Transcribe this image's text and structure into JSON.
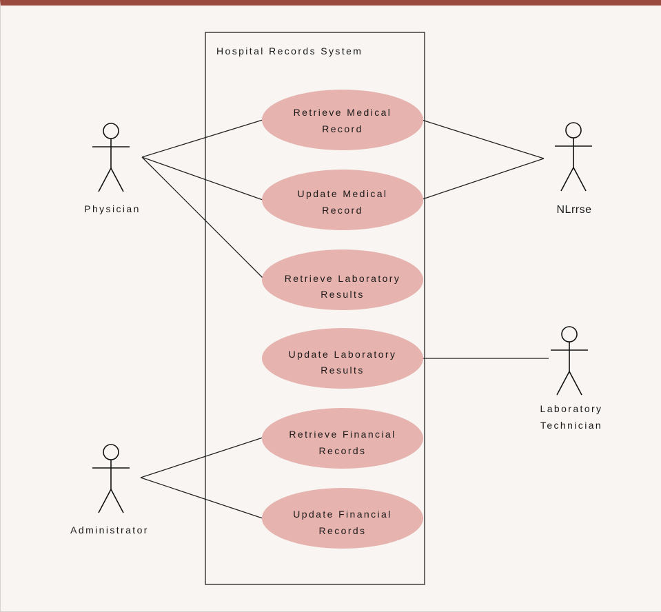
{
  "system": {
    "title": "Hospital Records System"
  },
  "actors": {
    "physician": "Physician",
    "nurse": "NLrrse",
    "lab_technician_line1": "Laboratory",
    "lab_technician_line2": "Technician",
    "administrator": "Administrator"
  },
  "use_cases": [
    {
      "line1": "Retrieve Medical",
      "line2": "Record"
    },
    {
      "line1": "Update Medical",
      "line2": "Record"
    },
    {
      "line1": "Retrieve Laboratory",
      "line2": "Results"
    },
    {
      "line1": "Update Laboratory",
      "line2": "Results"
    },
    {
      "line1": "Retrieve Financial",
      "line2": "Records"
    },
    {
      "line1": "Update Financial",
      "line2": "Records"
    }
  ]
}
